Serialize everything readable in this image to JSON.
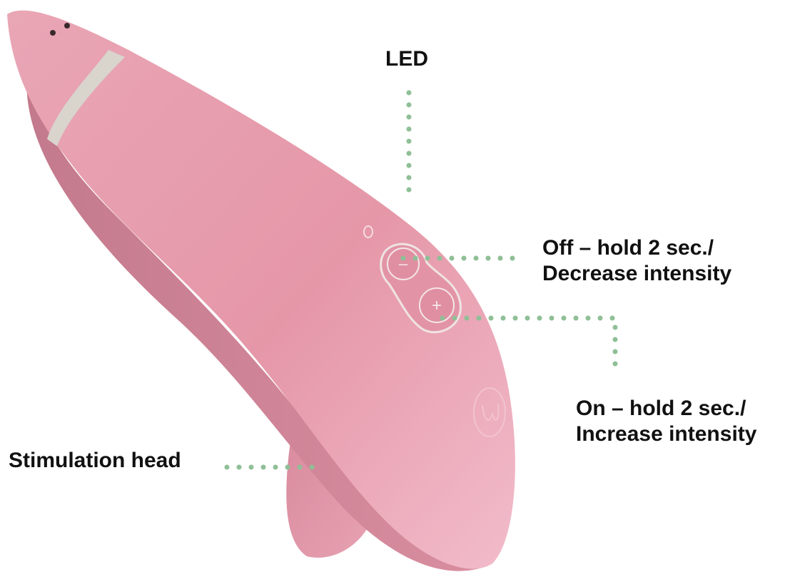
{
  "labels": {
    "led": "LED",
    "off_line1": "Off – hold 2 sec./",
    "off_line2": "Decrease intensity",
    "on_line1": "On – hold 2 sec./",
    "on_line2": "Increase intensity",
    "stimulation_head": "Stimulation head"
  },
  "buttons": {
    "minus_symbol": "–",
    "plus_symbol": "+"
  },
  "colors": {
    "device_body": "#e597a8",
    "device_shadow": "#c87a8c",
    "accent_ring": "#d9d4cc",
    "callout_dots": "#8fbf96",
    "label_text": "#111111"
  }
}
